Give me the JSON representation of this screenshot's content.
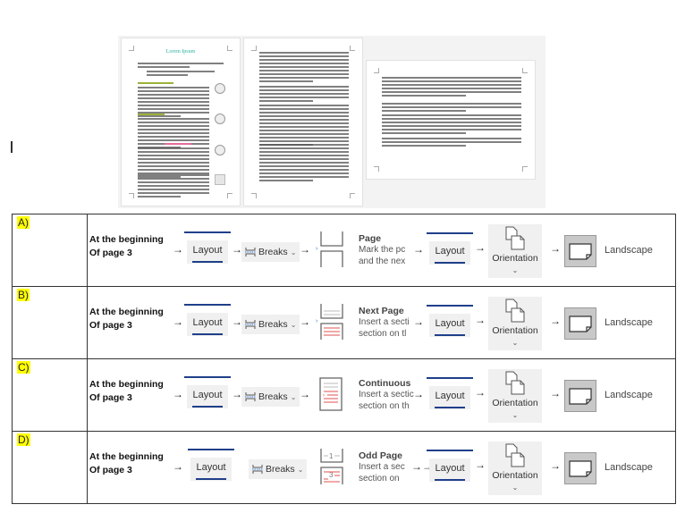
{
  "preview": {
    "page1_title": "Lorem Ipsum"
  },
  "options": [
    {
      "letter": "A)",
      "description_line1": "At the beginning",
      "description_line2": "Of page 3",
      "layout_label": "Layout",
      "breaks_label": "Breaks",
      "break_icon": "page-break-icon",
      "break_title": "Page",
      "break_sub1": "Mark the pc",
      "break_sub2": "and the nex",
      "orientation_label": "Orientation",
      "landscape_label": "Landscape"
    },
    {
      "letter": "B)",
      "description_line1": "At the beginning",
      "description_line2": "Of page 3",
      "layout_label": "Layout",
      "breaks_label": "Breaks",
      "break_icon": "next-page-break-icon",
      "break_title": "Next Page",
      "break_sub1": "Insert a secti",
      "break_sub2": "section on tl",
      "orientation_label": "Orientation",
      "landscape_label": "Landscape"
    },
    {
      "letter": "C)",
      "description_line1": "At the beginning",
      "description_line2": "Of page 3",
      "layout_label": "Layout",
      "breaks_label": "Breaks",
      "break_icon": "continuous-break-icon",
      "break_title": "Continuous",
      "break_sub1": "Insert a sectic",
      "break_sub2": "section on th",
      "orientation_label": "Orientation",
      "landscape_label": "Landscape"
    },
    {
      "letter": "D)",
      "description_line1": "At the beginning",
      "description_line2": "Of page 3",
      "layout_label": "Layout",
      "breaks_label": "Breaks",
      "break_icon": "odd-page-break-icon",
      "break_title": "Odd Page",
      "break_sub1": "Insert a sec",
      "break_sub2": "section on",
      "orientation_label": "Orientation",
      "landscape_label": "Landscape"
    }
  ],
  "arrow_glyph": "→",
  "chevron_glyph": "⌄",
  "colors": {
    "highlight": "#ffff00",
    "layout_underline": "#1f3f8a",
    "break_red": "#e05050",
    "break_blue": "#3a7bd5"
  }
}
